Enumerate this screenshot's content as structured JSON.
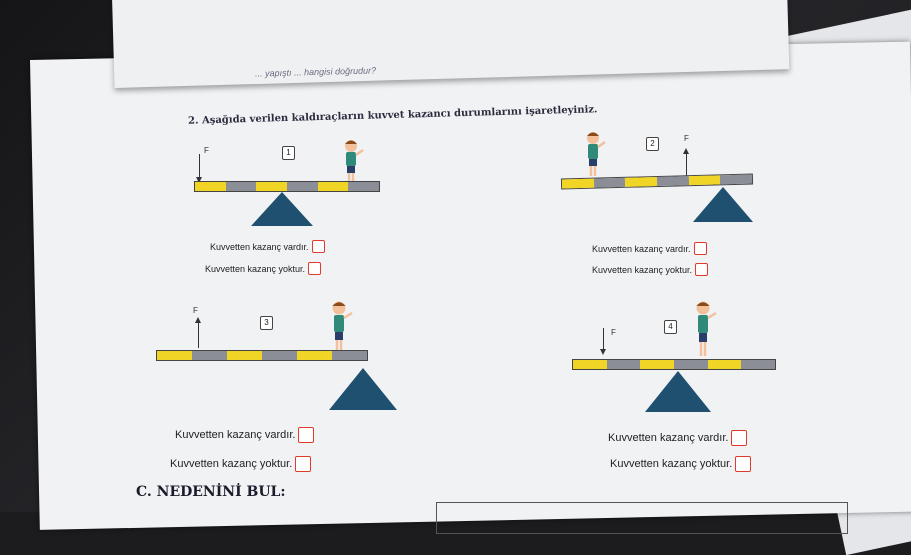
{
  "worksheet": {
    "header_strip": "... yapıştı ... hangisi doğrudur?",
    "question": "2. Aşağıda verilen kaldıraçların kuvvet kazancı durumlarını işaretleyiniz.",
    "force_label": "F",
    "option_gain": "Kuvvetten kazanç vardır.",
    "option_no_gain": "Kuvvetten kazanç yoktur.",
    "section_c": "C. NEDENİNİ BUL:",
    "levers": [
      {
        "number": "1"
      },
      {
        "number": "2"
      },
      {
        "number": "3"
      },
      {
        "number": "4"
      }
    ]
  },
  "colors": {
    "plank_yellow": "#f0d526",
    "plank_gray": "#8b8e96",
    "fulcrum": "#1f5070",
    "checkbox": "#e23a2a"
  }
}
